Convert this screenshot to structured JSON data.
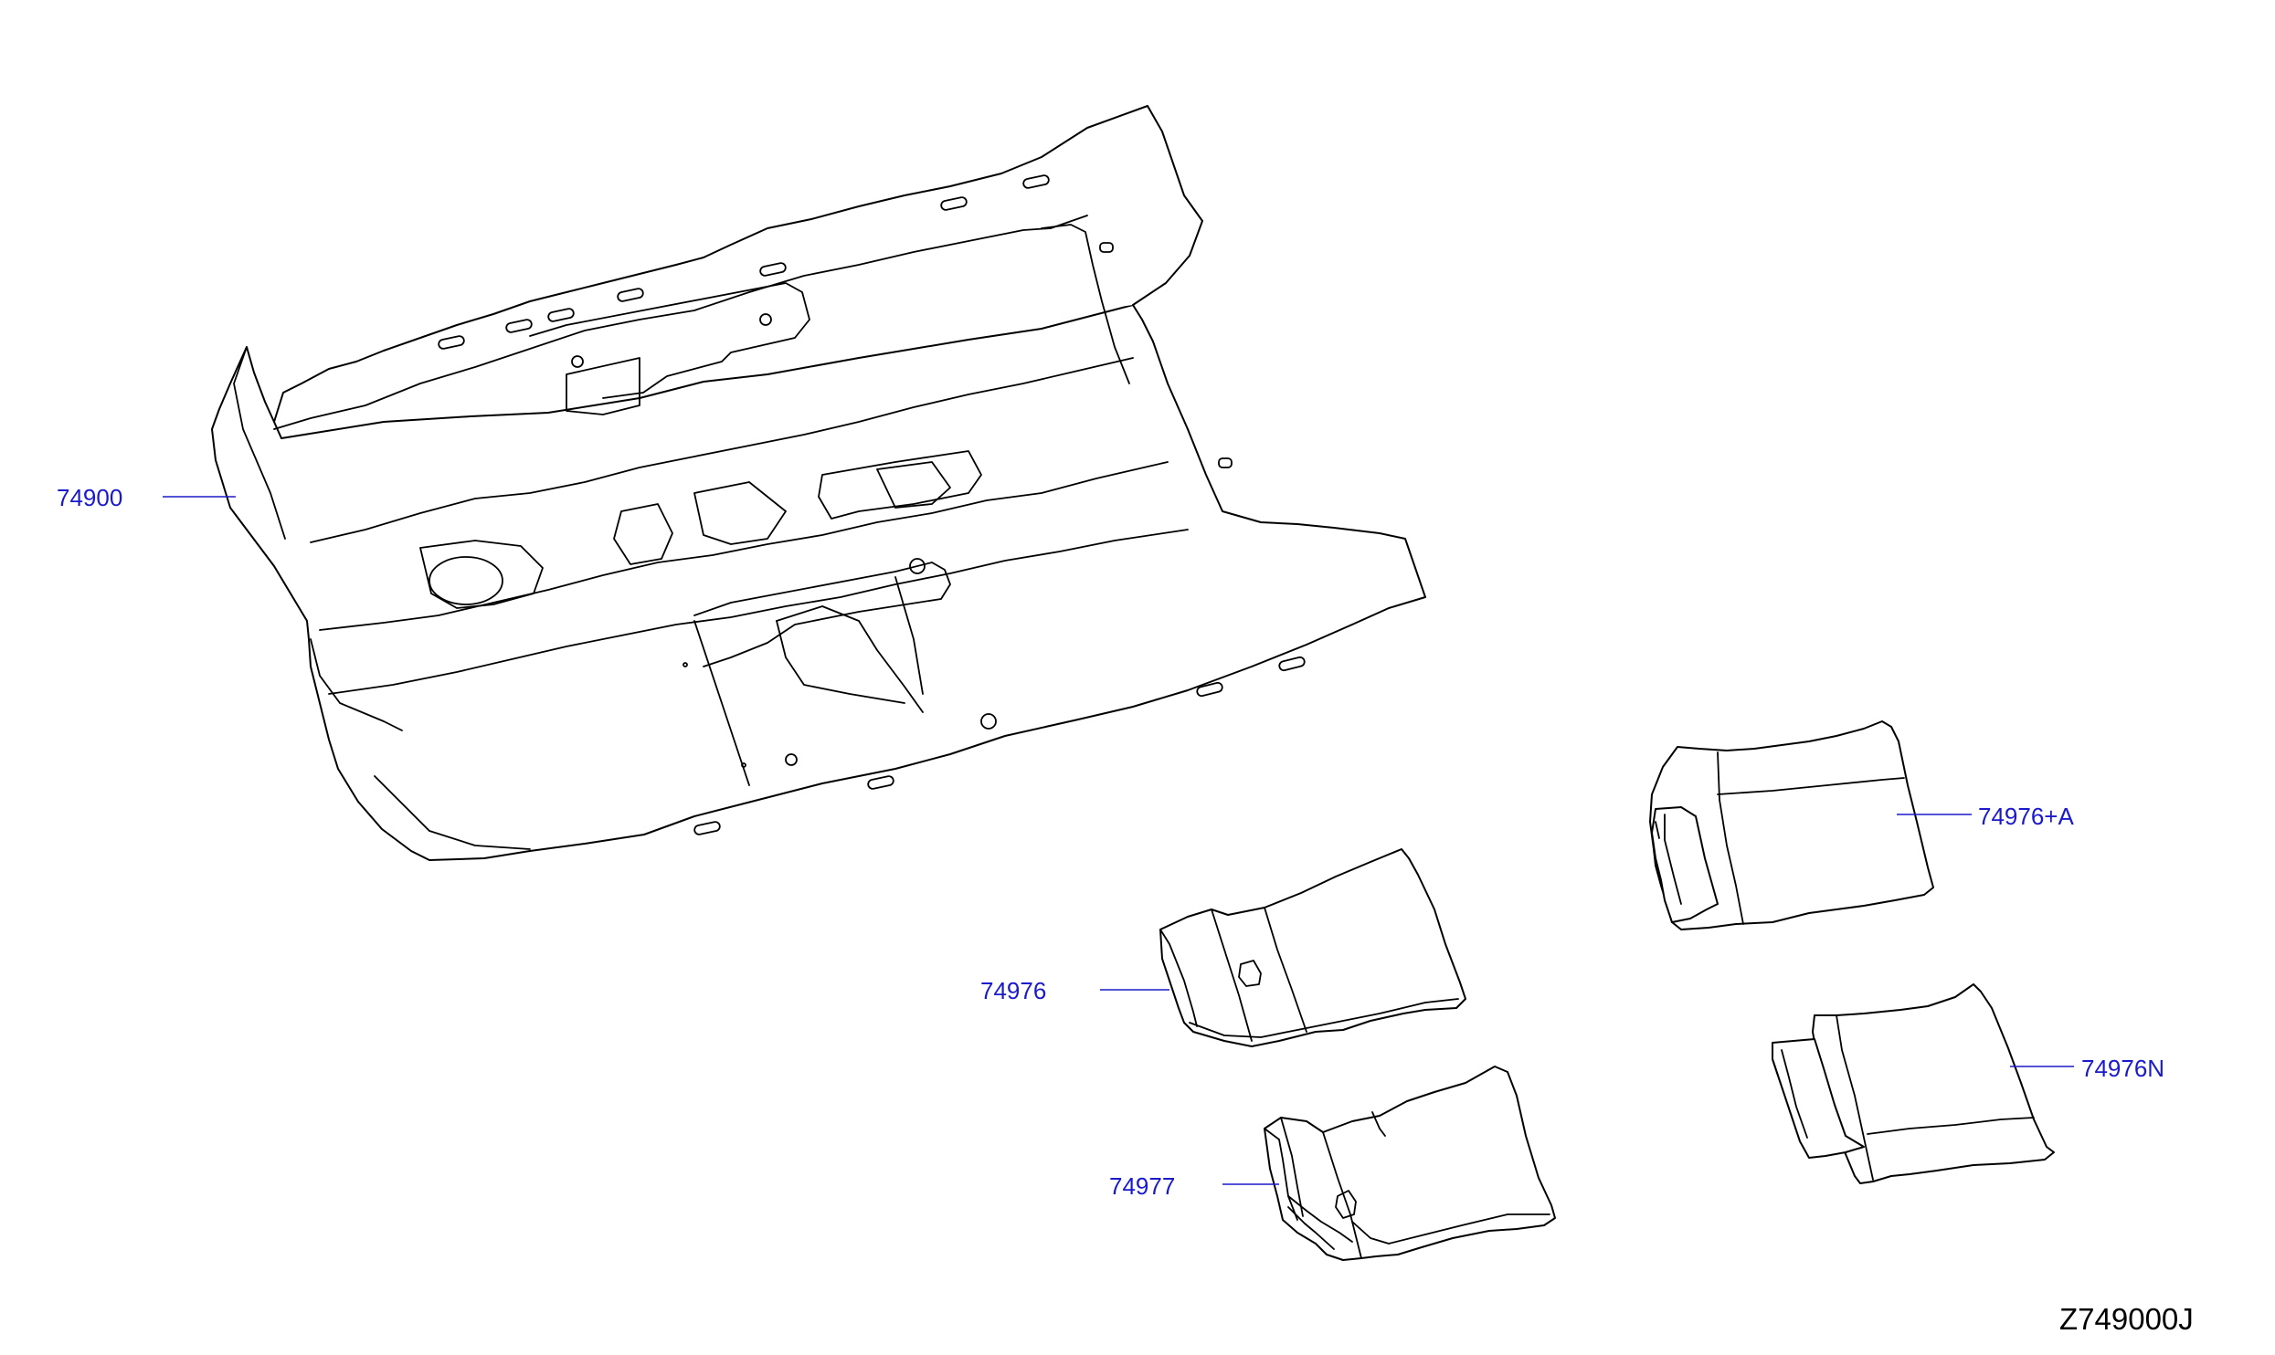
{
  "diagram": {
    "code": "Z749000J",
    "parts": [
      {
        "id": "p74900",
        "label": "74900"
      },
      {
        "id": "p74976",
        "label": "74976"
      },
      {
        "id": "p74977",
        "label": "74977"
      },
      {
        "id": "p74976A",
        "label": "74976+A"
      },
      {
        "id": "p74976N",
        "label": "74976N"
      }
    ]
  },
  "colors": {
    "callout": "#1a1acc",
    "outline": "#000000",
    "background": "#ffffff"
  }
}
